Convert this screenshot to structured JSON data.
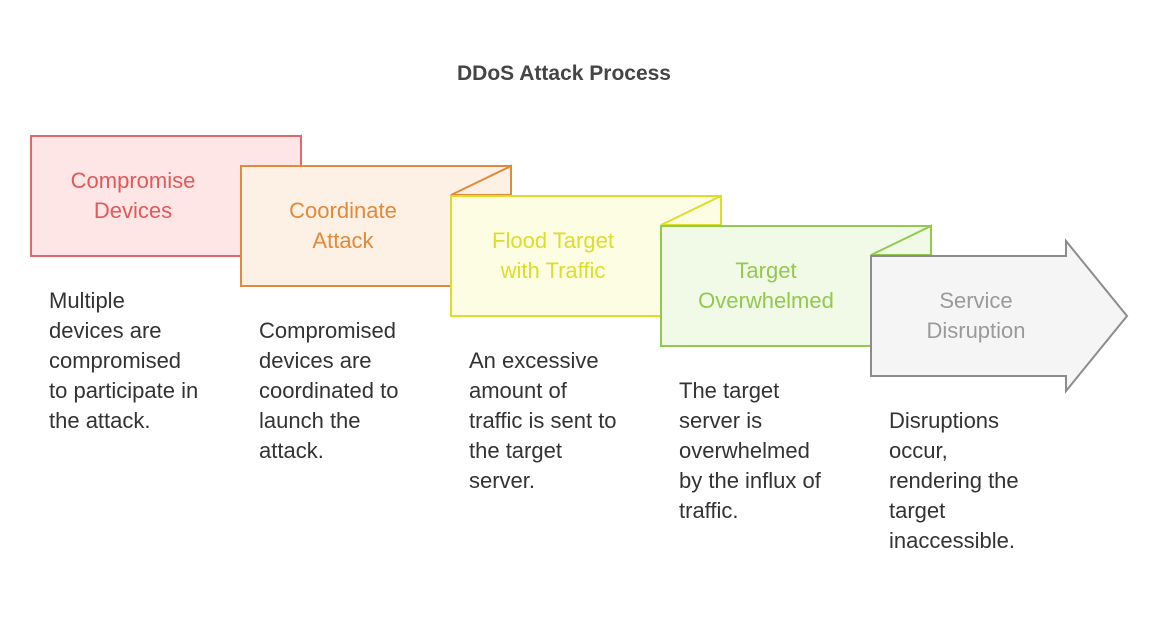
{
  "title": "DDoS Attack Process",
  "steps": [
    {
      "label": "Compromise\nDevices",
      "description": "Multiple\ndevices are\ncompromised\nto participate in\nthe attack.",
      "fill": "#fde6e5",
      "stroke": "#e0676a",
      "text_color": "#e05a5c"
    },
    {
      "label": "Coordinate\nAttack",
      "description": "Compromised\ndevices are\ncoordinated to\nlaunch the\nattack.",
      "fill": "#fdf0e4",
      "stroke": "#e08a3c",
      "text_color": "#e08a3c"
    },
    {
      "label": "Flood Target\nwith Traffic",
      "description": "An excessive\namount of\ntraffic is sent to\nthe target\nserver.",
      "fill": "#fdfde3",
      "stroke": "#dedd2a",
      "text_color": "#dedd2a"
    },
    {
      "label": "Target\nOverwhelmed",
      "description": "The target\nserver is\noverwhelmed\nby the influx of\ntraffic.",
      "fill": "#f1f9e7",
      "stroke": "#93c94c",
      "text_color": "#93c94c"
    },
    {
      "label": "Service\nDisruption",
      "description": "Disruptions\noccur,\nrendering the\ntarget\ninaccessible.",
      "fill": "#f5f5f5",
      "stroke": "#8c8c8c",
      "text_color": "#9a9a9a"
    }
  ]
}
